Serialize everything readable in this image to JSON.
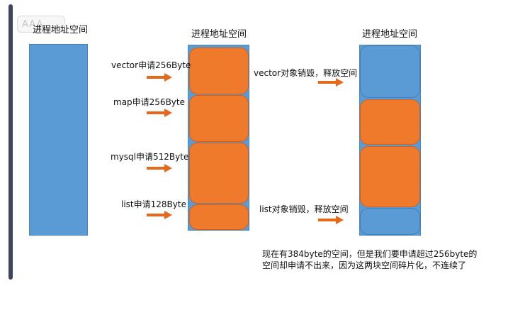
{
  "watermark": "AAA",
  "columns": [
    {
      "title": "进程地址空间"
    },
    {
      "title": "进程地址空间"
    },
    {
      "title": "进程地址空间"
    }
  ],
  "requests": [
    {
      "label": "vector申请256Byte"
    },
    {
      "label": "map申请256Byte"
    },
    {
      "label": "mysql申请512Byte"
    },
    {
      "label": "list申请128Byte"
    }
  ],
  "releases": [
    {
      "label": "vector对象销毁，释放空间"
    },
    {
      "label": "list对象销毁，释放空间"
    }
  ],
  "note": {
    "line1": "现在有384byte的空间，但是我们要申请超过256byte的",
    "line2": "空间却申请不出来，因为这两块空间碎片化，不连续了"
  },
  "colors": {
    "memory": "#5b9bd5",
    "allocated": "#f07a2b",
    "arrow": "#e8681a"
  }
}
